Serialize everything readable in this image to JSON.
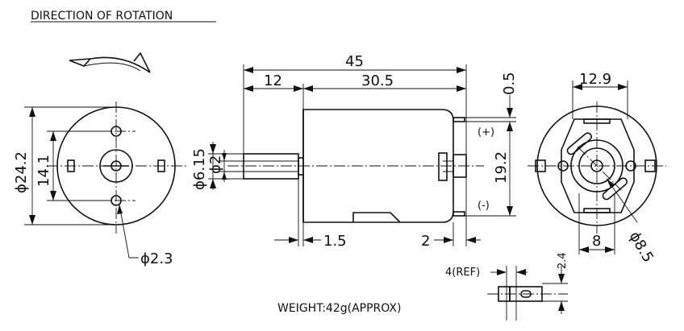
{
  "title": "DIRECTION OF ROTATION",
  "weight_note": "WEIGHT:42g(APPROX)",
  "front_view": {
    "outer_diameter": "ϕ24.2",
    "hole_spacing": "14.1",
    "hole_diameter": "ϕ2.3"
  },
  "side_view": {
    "overall_length": "45",
    "shaft_length": "12",
    "body_length": "30.5",
    "shaft_diameter_1": "ϕ6.15",
    "shaft_diameter_2": "ϕ2",
    "flange_thickness": "1.5",
    "rear_offset": "2",
    "terminal_offset": "0.5",
    "terminal_spacing": "19.2",
    "terminal_positive": "(+)",
    "terminal_negative": "(-)"
  },
  "rear_view": {
    "width": "12.9",
    "boss_width": "8",
    "boss_diameter": "ϕ8.5"
  },
  "terminal_detail": {
    "ref_label": "4(REF)",
    "thickness": "2.4"
  },
  "colors": {
    "ink": "#111111",
    "background": "#ffffff"
  }
}
